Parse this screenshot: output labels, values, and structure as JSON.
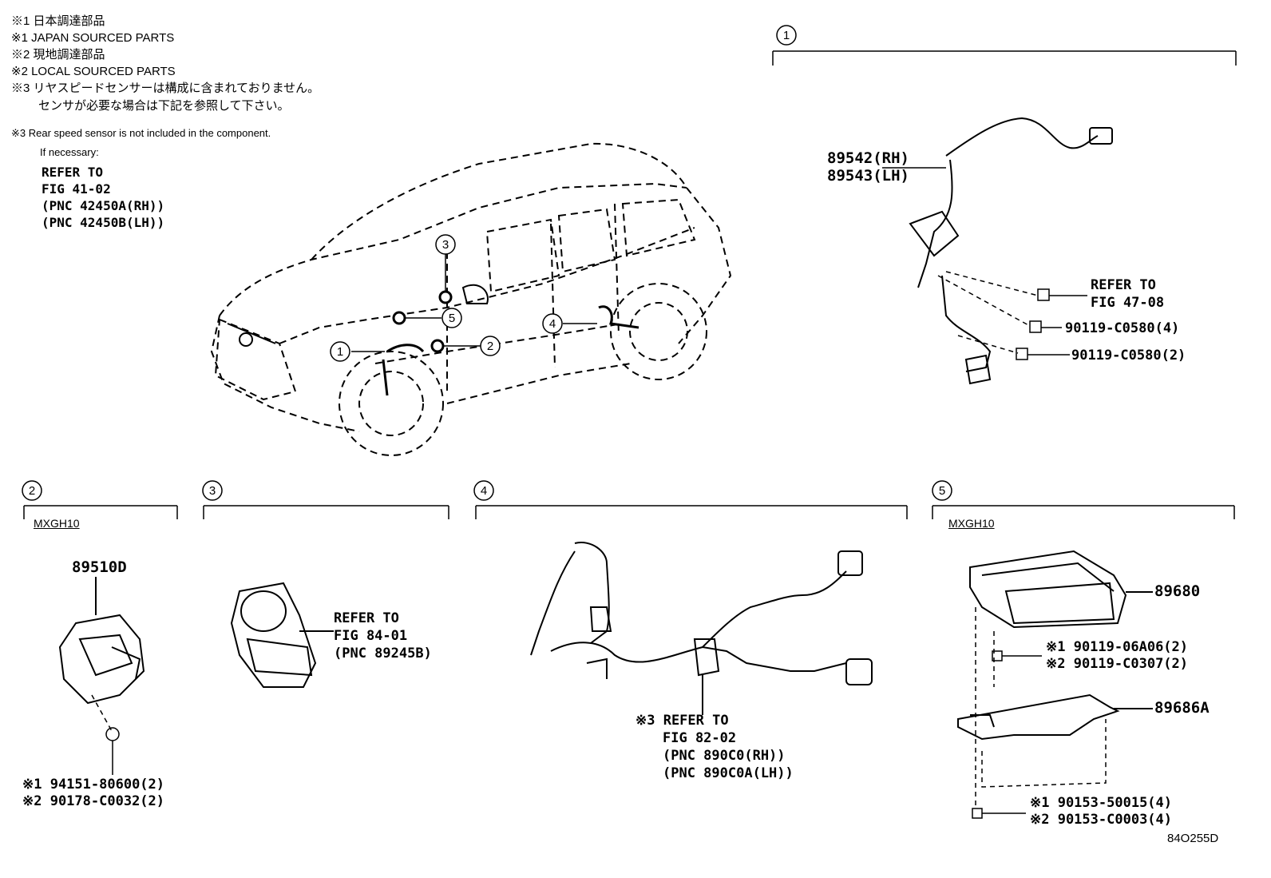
{
  "notes": [
    "※1 日本調達部品",
    "※1 JAPAN SOURCED PARTS",
    "※2 現地調達部品",
    "※2 LOCAL SOURCED PARTS",
    "※3 リヤスピードセンサーは構成に含まれておりません。",
    "センサが必要な場合は下記を参照して下さい。"
  ],
  "note_en": "※3 Rear speed sensor is not included in the component.",
  "if_necessary": "If necessary:",
  "refer_top": [
    "REFER TO",
    "FIG 41-02",
    "(PNC 42450A(RH))",
    "(PNC 42450B(LH))"
  ],
  "callouts": [
    "1",
    "2",
    "3",
    "4",
    "5"
  ],
  "section1": {
    "num": "1",
    "part_rh": "89542(RH)",
    "part_lh": "89543(LH)",
    "refer": [
      "REFER TO",
      "FIG 47-08"
    ],
    "bolt_a": "90119-C0580(4)",
    "bolt_b": "90119-C0580(2)"
  },
  "section2": {
    "num": "2",
    "model": "MXGH10",
    "part": "89510D",
    "fast1": "※1 94151-80600(2)",
    "fast2": "※2 90178-C0032(2)"
  },
  "section3": {
    "num": "3",
    "refer": [
      "REFER TO",
      "FIG 84-01",
      "(PNC 89245B)"
    ]
  },
  "section4": {
    "num": "4",
    "refer": [
      "※3 REFER TO",
      "FIG 82-02",
      "(PNC 890C0(RH))",
      "(PNC 890C0A(LH))"
    ]
  },
  "section5": {
    "num": "5",
    "model": "MXGH10",
    "part_ecu": "89680",
    "part_bracket": "89686A",
    "bolt1a": "※1 90119-06A06(2)",
    "bolt1b": "※2 90119-C0307(2)",
    "bolt2a": "※1 90153-50015(4)",
    "bolt2b": "※2 90153-C0003(4)"
  },
  "diagram_code": "84O255D"
}
